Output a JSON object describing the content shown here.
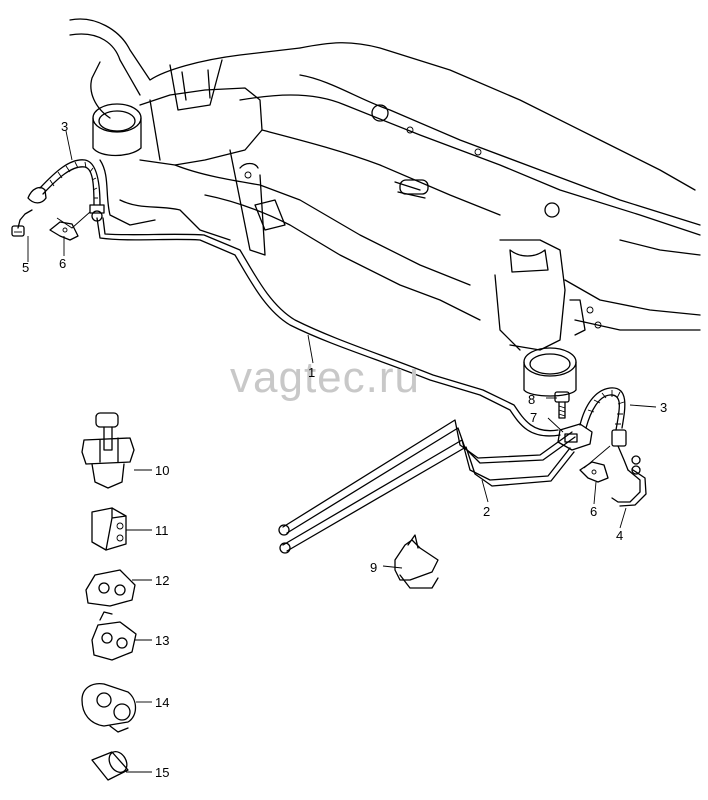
{
  "watermark": "vagtec.ru",
  "callouts": [
    {
      "id": "callout-1",
      "label": "1"
    },
    {
      "id": "callout-2",
      "label": "2"
    },
    {
      "id": "callout-3-left",
      "label": "3"
    },
    {
      "id": "callout-3-right",
      "label": "3"
    },
    {
      "id": "callout-4",
      "label": "4"
    },
    {
      "id": "callout-5",
      "label": "5"
    },
    {
      "id": "callout-6-left",
      "label": "6"
    },
    {
      "id": "callout-6-right",
      "label": "6"
    },
    {
      "id": "callout-7",
      "label": "7"
    },
    {
      "id": "callout-8",
      "label": "8"
    },
    {
      "id": "callout-9",
      "label": "9"
    },
    {
      "id": "callout-10",
      "label": "10"
    },
    {
      "id": "callout-11",
      "label": "11"
    },
    {
      "id": "callout-12",
      "label": "12"
    },
    {
      "id": "callout-13",
      "label": "13"
    },
    {
      "id": "callout-14",
      "label": "14"
    },
    {
      "id": "callout-15",
      "label": "15"
    }
  ]
}
